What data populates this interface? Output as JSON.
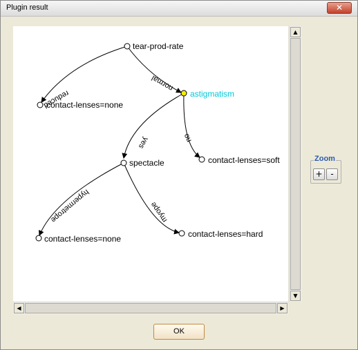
{
  "window": {
    "title": "Plugin result",
    "close_glyph": "✕"
  },
  "tree": {
    "nodes": [
      {
        "id": "n-tear",
        "label": "tear-prod-rate"
      },
      {
        "id": "n-none1",
        "label": "contact-lenses=none"
      },
      {
        "id": "n-astig",
        "label": "astigmatism"
      },
      {
        "id": "n-soft",
        "label": "contact-lenses=soft"
      },
      {
        "id": "n-spect",
        "label": "spectacle"
      },
      {
        "id": "n-none2",
        "label": "contact-lenses=none"
      },
      {
        "id": "n-hard",
        "label": "contact-lenses=hard"
      }
    ],
    "edges": [
      {
        "label": "reduced"
      },
      {
        "label": "normal"
      },
      {
        "label": "yes"
      },
      {
        "label": "no"
      },
      {
        "label": "hypermetrope"
      },
      {
        "label": "myope"
      }
    ],
    "highlight_color": "#00c8d8",
    "highlight_node_fill": "#f5f000"
  },
  "zoom": {
    "label": "Zoom",
    "plus": "+",
    "minus": "-"
  },
  "ok_button": {
    "label": "OK"
  },
  "scrollbar": {
    "up": "▲",
    "down": "▼",
    "left": "◀",
    "right": "▶"
  }
}
